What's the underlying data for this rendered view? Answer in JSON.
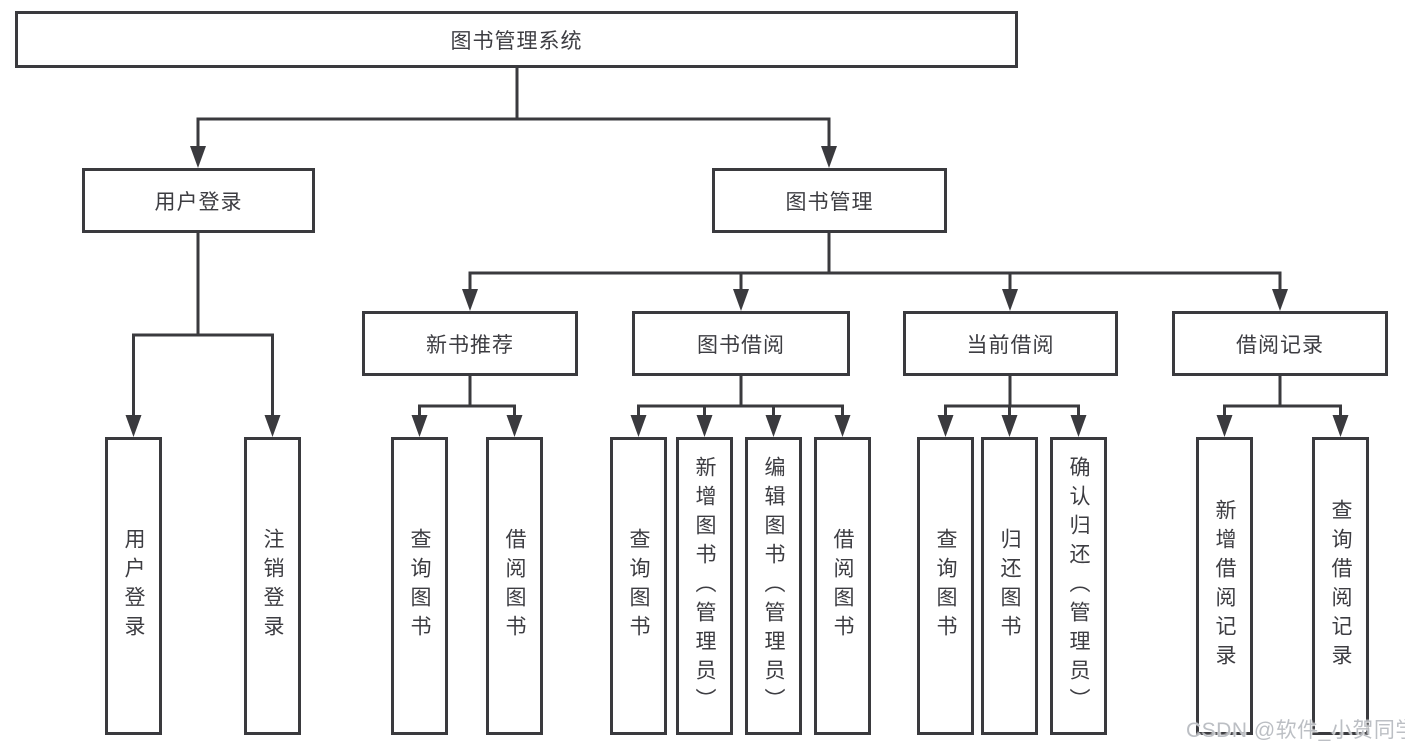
{
  "colors": {
    "line": "#3a3a3e",
    "box_border": "#3a3a3e",
    "box_background": "#ffffff",
    "text": "#3d3d42",
    "watermark": "#bcbfc4"
  },
  "watermark": {
    "text": "CSDN @软件_小贺同学"
  },
  "tree": {
    "root": {
      "label": "图书管理系统",
      "children": [
        {
          "label": "用户登录",
          "children": [
            {
              "label": "用户登录"
            },
            {
              "label": "注销登录"
            }
          ]
        },
        {
          "label": "图书管理",
          "children": [
            {
              "label": "新书推荐",
              "children": [
                {
                  "label": "查询图书"
                },
                {
                  "label": "借阅图书"
                }
              ]
            },
            {
              "label": "图书借阅",
              "children": [
                {
                  "label": "查询图书"
                },
                {
                  "label": "新增图书（管理员）"
                },
                {
                  "label": "编辑图书（管理员）"
                },
                {
                  "label": "借阅图书"
                }
              ]
            },
            {
              "label": "当前借阅",
              "children": [
                {
                  "label": "查询图书"
                },
                {
                  "label": "归还图书"
                },
                {
                  "label": "确认归还（管理员）"
                }
              ]
            },
            {
              "label": "借阅记录",
              "children": [
                {
                  "label": "新增借阅记录"
                },
                {
                  "label": "查询借阅记录"
                }
              ]
            }
          ]
        }
      ]
    }
  }
}
